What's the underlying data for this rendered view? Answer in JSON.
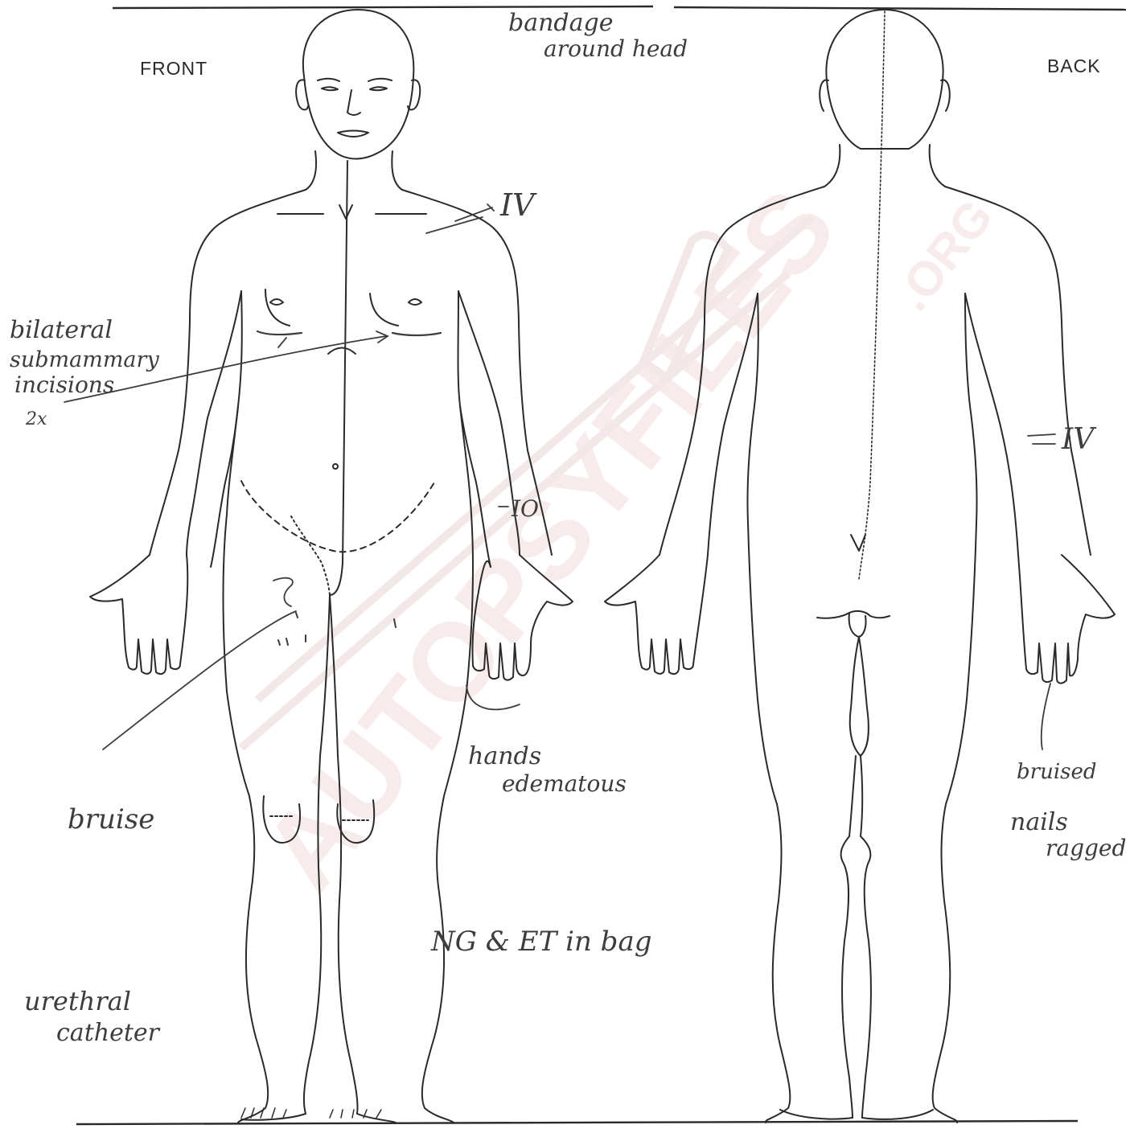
{
  "views": {
    "front_label": "FRONT",
    "back_label": "BACK"
  },
  "annotations": {
    "head": [
      "bandage",
      "around head"
    ],
    "iv_chest": "IV",
    "incisions": [
      "bilateral",
      "submammary",
      "incisions"
    ],
    "incisions_count": "2x",
    "iv_abdomen": "IO",
    "hands": [
      "hands",
      "edematous"
    ],
    "bruise": "bruise",
    "ng_et": "NG & ET in bag",
    "catheter": [
      "urethral",
      "catheter"
    ],
    "iv_back": "IV",
    "bruised": "bruised",
    "nails": [
      "nails",
      "ragged"
    ]
  },
  "watermark": {
    "text": "AUTOPSYFILES",
    "suffix": ".ORG"
  },
  "colors": {
    "ink": "#2a2a2a",
    "pen": "#3d3d3d",
    "watermark": "#c86464"
  }
}
